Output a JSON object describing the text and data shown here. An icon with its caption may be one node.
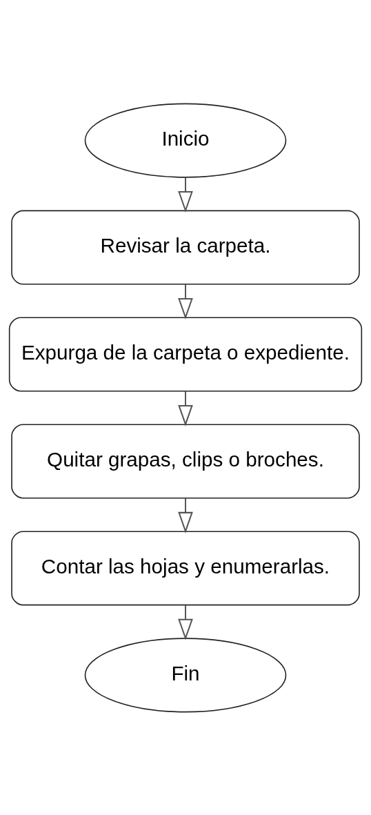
{
  "diagram": {
    "nodes": [
      {
        "text": [
          "Inicio"
        ]
      },
      {
        "text": [
          "Revisar la carpeta."
        ]
      },
      {
        "text": [
          "Expurga de la carpeta o expediente."
        ]
      },
      {
        "text": [
          "Quitar grapas, clips o broches."
        ]
      },
      {
        "text": [
          "Contar las hojas y enumerarlas."
        ]
      },
      {
        "text": [
          "Fin"
        ]
      }
    ],
    "edges": [
      {
        "from": 0,
        "to": 1,
        "arrow": "to"
      },
      {
        "from": 1,
        "to": 2,
        "arrow": "to"
      },
      {
        "from": 2,
        "to": 3,
        "arrow": "to"
      },
      {
        "from": 3,
        "to": 4,
        "arrow": "to"
      },
      {
        "from": 4,
        "to": 5,
        "arrow": "to"
      }
    ]
  }
}
